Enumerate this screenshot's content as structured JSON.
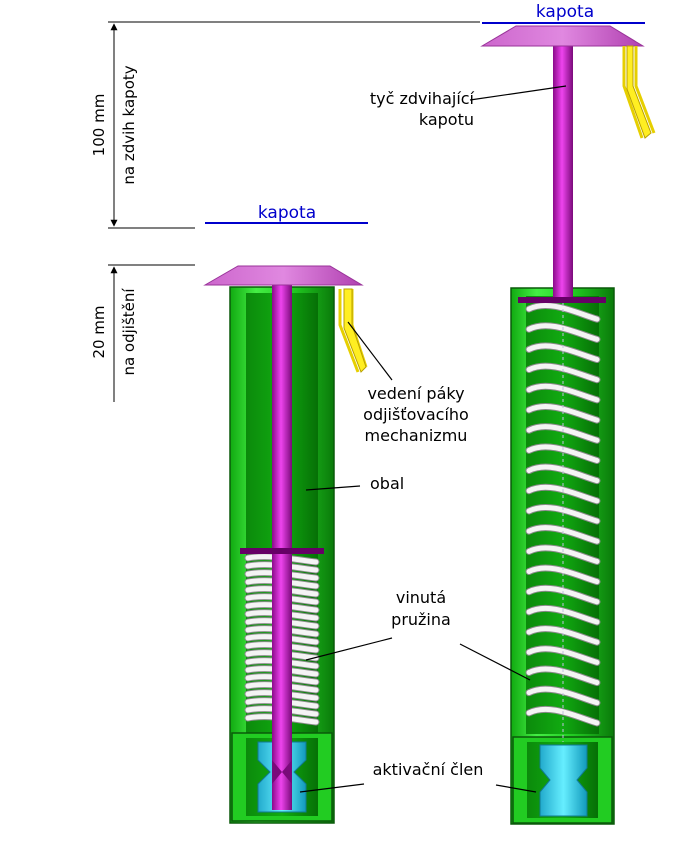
{
  "diagram": {
    "labels": {
      "kapota_right": "kapota",
      "kapota_left": "kapota",
      "rod_line1": "tyč zdvihající",
      "rod_line2": "kapotu",
      "dim_100_value": "100 mm",
      "dim_100_text": "na zdvih kapoty",
      "dim_20_value": "20 mm",
      "dim_20_text": "na odjištění",
      "lever_line1": "vedení páky",
      "lever_line2": "odjišťovacího",
      "lever_line3": "mechanizmu",
      "housing": "obal",
      "spring_line1": "vinutá",
      "spring_line2": "pružina",
      "actuator": "aktivační člen"
    },
    "colors": {
      "housing_green": "#22dd22",
      "housing_dark": "#119911",
      "rod_magenta": "#dd22dd",
      "cap_magenta": "#cc44cc",
      "spring_white": "#f0f0f0",
      "actuator_cyan": "#44ddee",
      "lever_yellow": "#ffee22",
      "hood_blue": "#0000cc"
    }
  }
}
